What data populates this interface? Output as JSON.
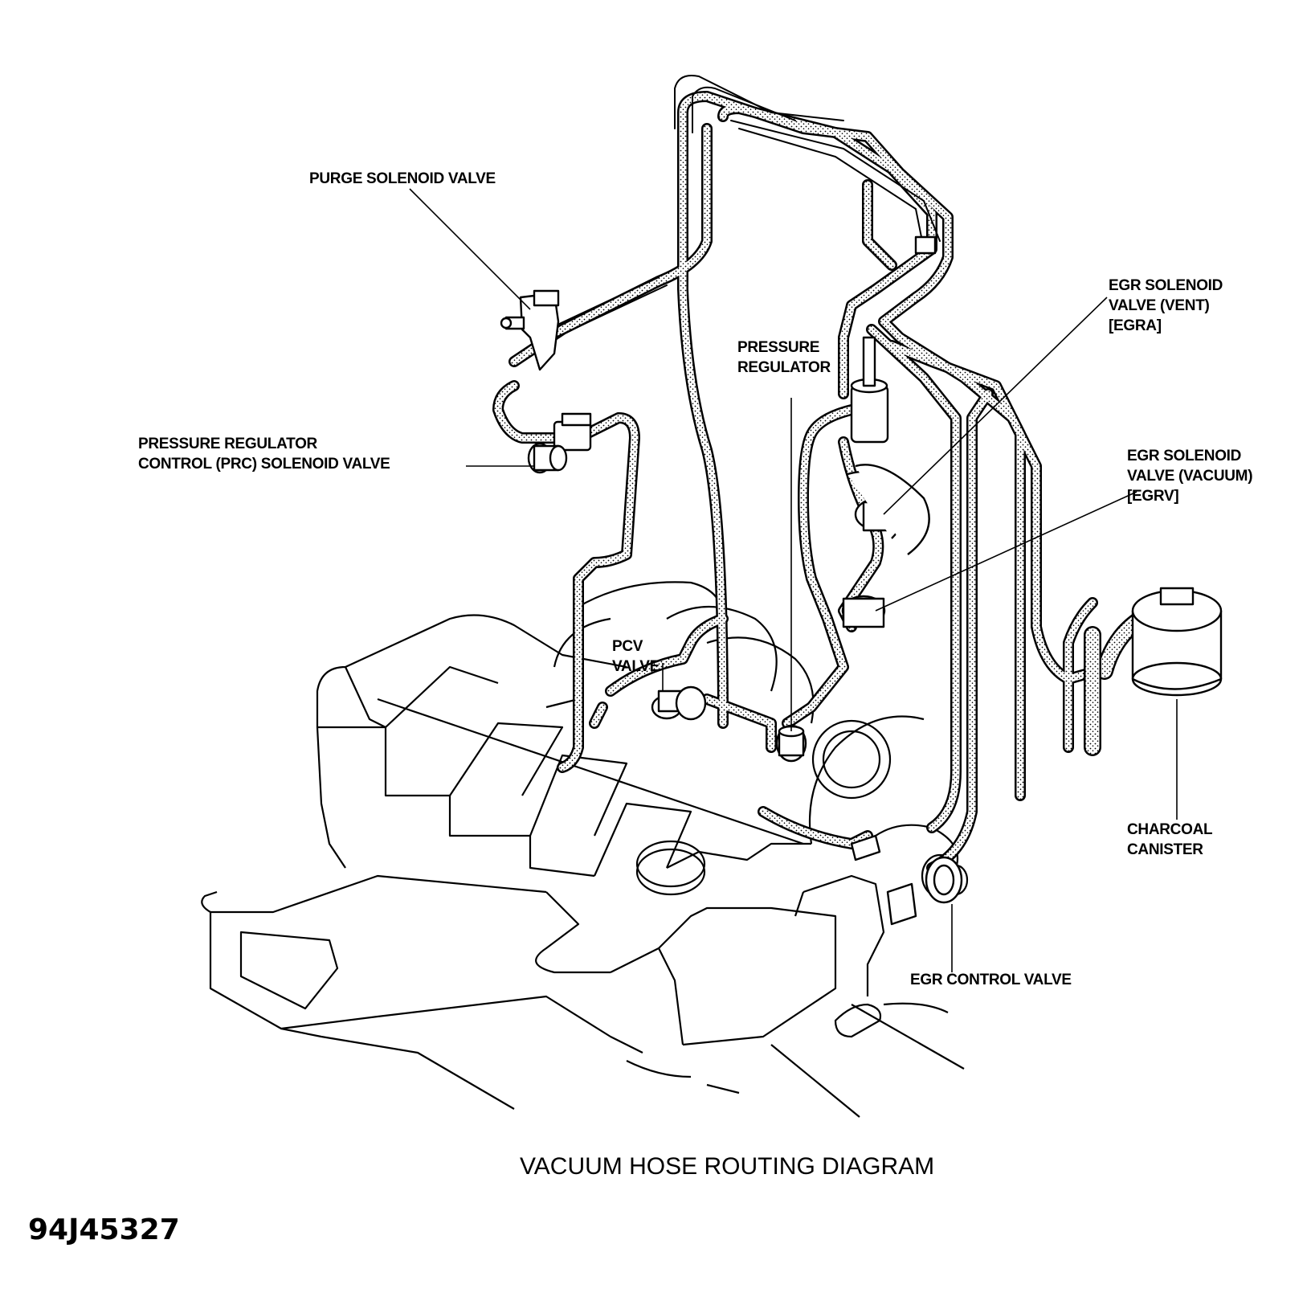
{
  "labels": {
    "purge_solenoid": "PURGE SOLENOID VALVE",
    "prc_solenoid": [
      "PRESSURE REGULATOR",
      "CONTROL (PRC) SOLENOID VALVE"
    ],
    "pressure_regulator": [
      "PRESSURE",
      "REGULATOR"
    ],
    "pcv_valve": [
      "PCV",
      "VALVE"
    ],
    "egr_vent": [
      "EGR SOLENOID",
      "VALVE (VENT)",
      "[EGRA]"
    ],
    "egr_vacuum": [
      "EGR SOLENOID",
      "VALVE (VACUUM)",
      "[EGRV]"
    ],
    "charcoal_canister": [
      "CHARCOAL",
      "CANISTER"
    ],
    "egr_control_valve": "EGR CONTROL VALVE"
  },
  "caption": "VACUUM HOSE ROUTING DIAGRAM",
  "figure_code": "94J45327"
}
